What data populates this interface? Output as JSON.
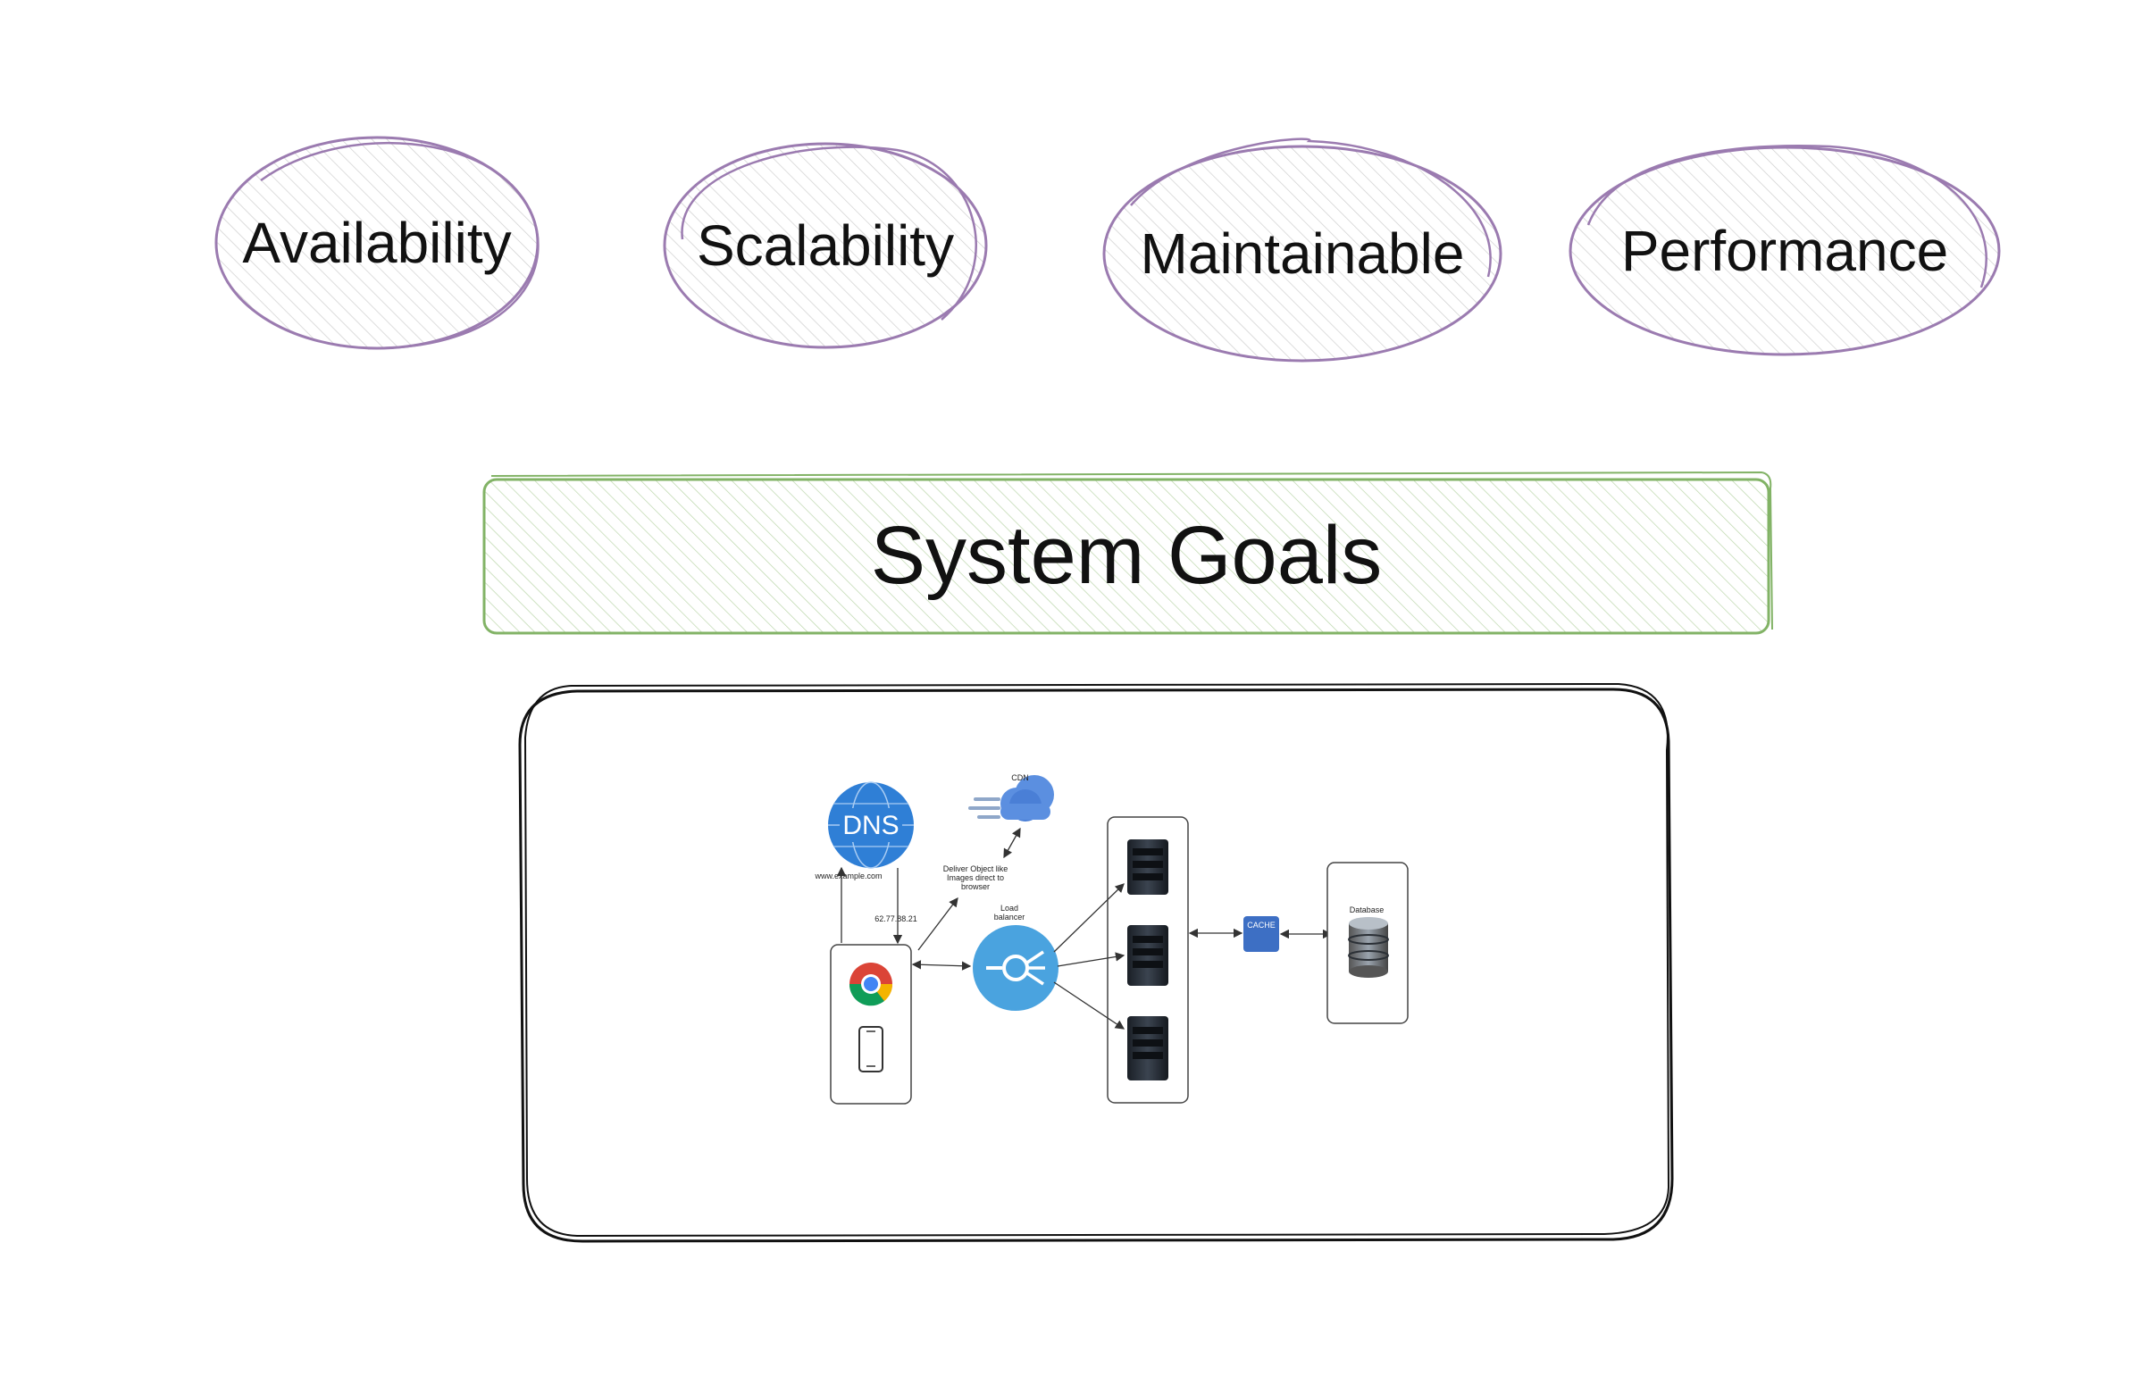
{
  "goals": [
    {
      "label": "Availability"
    },
    {
      "label": "Scalability"
    },
    {
      "label": "Maintainable"
    },
    {
      "label": "Performance"
    }
  ],
  "banner": {
    "title": "System Goals"
  },
  "architecture": {
    "dns_label": "DNS",
    "dns_domain": "www.example.com",
    "dns_ip": "62.77.88.21",
    "cdn_label": "CDN",
    "cdn_note_line1": "Deliver Object like",
    "cdn_note_line2": "Images direct to",
    "cdn_note_line3": "browser",
    "lb_line1": "Load",
    "lb_line2": "balancer",
    "cache_label": "CACHE",
    "database_label": "Database"
  },
  "colors": {
    "goal_outline": "#9b7bb0",
    "goal_hatch": "#c9c9c9",
    "banner_outline": "#82b366",
    "banner_hatch": "#b9d4a8",
    "frame_outline": "#111111",
    "dns_blue": "#2f7fd6",
    "lb_blue": "#4aa3df",
    "cache_blue": "#3d6fc4",
    "cdn_blue": "#5b8fe0"
  }
}
